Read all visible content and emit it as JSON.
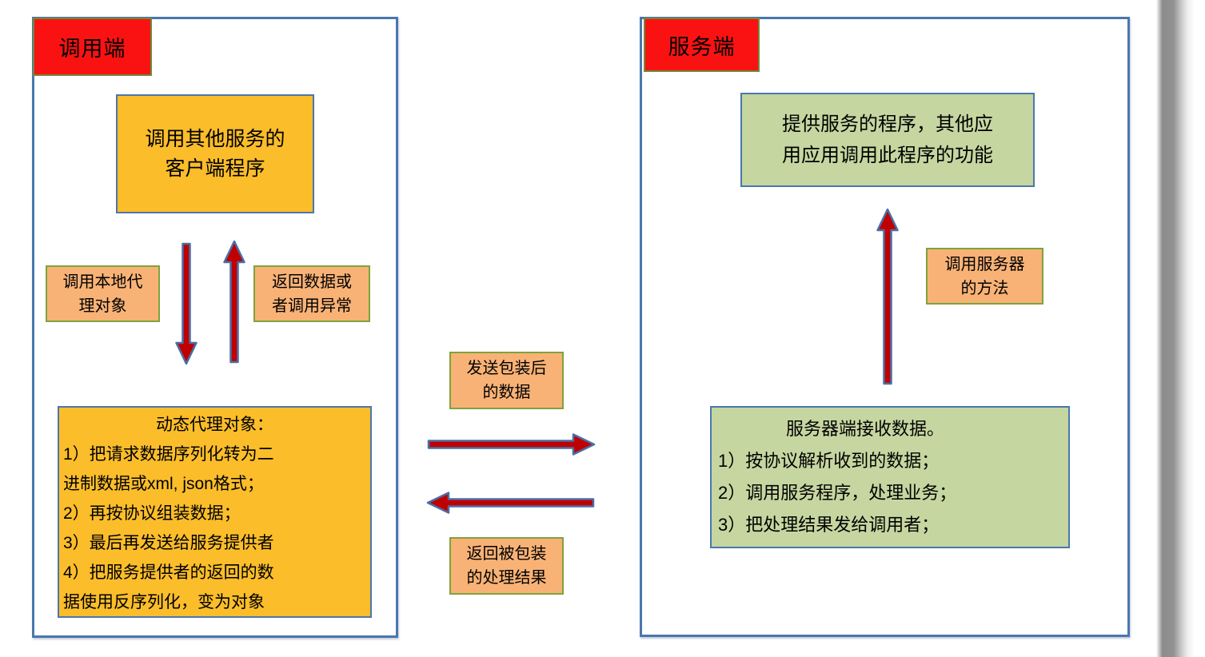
{
  "colors": {
    "container_border": "#4a77ad",
    "tag_fill": "#fa1212",
    "tag_border": "#74883c",
    "gold_fill": "#fbbd2a",
    "peach_fill": "#f8b276",
    "peach_border": "#7fa33c",
    "green_fill": "#c5d6a0",
    "arrow_fill": "#c00000",
    "arrow_outline": "#4a6fa5"
  },
  "client": {
    "tag": "调用端",
    "program_box": "调用其他服务的\n客户端程序",
    "call_proxy_label": "调用本地代\n理对象",
    "return_data_label": "返回数据或\n者调用异常",
    "proxy_box": {
      "title": "动态代理对象：",
      "lines": [
        "1）把请求数据序列化转为二",
        "进制数据或xml, json格式；",
        "2）再按协议组装数据；",
        "3）最后再发送给服务提供者",
        "4）把服务提供者的返回的数",
        "据使用反序列化，变为对象"
      ]
    }
  },
  "middle": {
    "send_label": "发送包装后\n的数据",
    "return_label": "返回被包装\n的处理结果"
  },
  "server": {
    "tag": "服务端",
    "program_box": "提供服务的程序，其他应\n用应用调用此程序的功能",
    "call_method_label": "调用服务器\n的方法",
    "receive_box": {
      "title": "服务器端接收数据。",
      "lines": [
        "1）按协议解析收到的数据；",
        "2）调用服务程序，处理业务；",
        "3）把处理结果发给调用者；"
      ]
    }
  }
}
